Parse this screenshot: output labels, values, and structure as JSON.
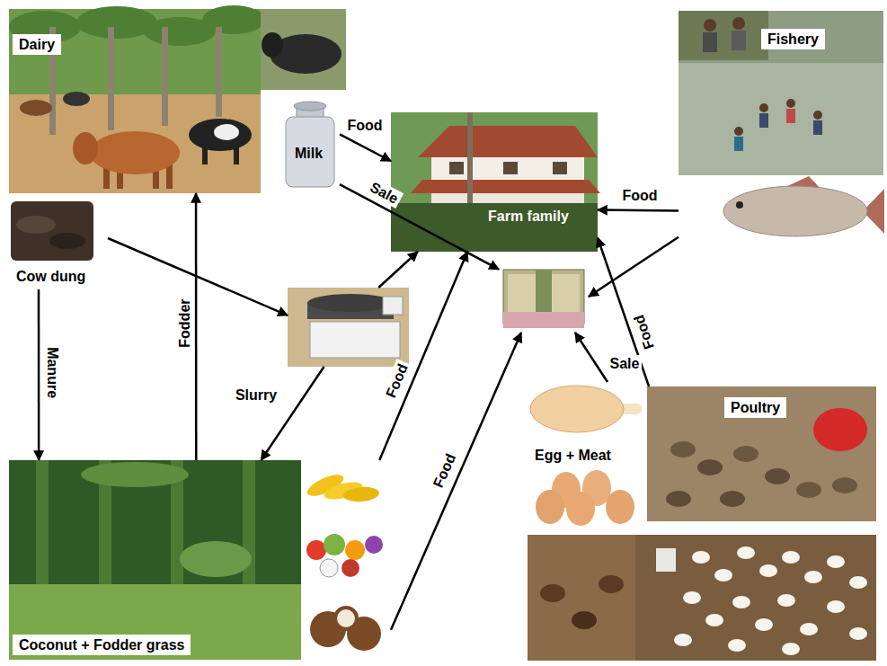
{
  "diagram": {
    "nodes": [
      {
        "text": [
          "Dairy"
        ]
      },
      {
        "text": [
          "Milk"
        ]
      },
      {
        "text": [
          "Farm family"
        ]
      },
      {
        "text": [
          "Fishery"
        ]
      },
      {
        "text": [
          "Cow dung"
        ]
      },
      {
        "text": []
      },
      {
        "text": []
      },
      {
        "text": [
          "Egg + Meat"
        ]
      },
      {
        "text": [
          "Poultry"
        ]
      },
      {
        "text": [
          "Coconut + Fodder grass"
        ]
      }
    ],
    "edges": [
      {
        "from": 1,
        "to": 2,
        "label": "Food",
        "arrow": "to"
      },
      {
        "from": 1,
        "to": 6,
        "label": "Sale",
        "arrow": "to"
      },
      {
        "from": 3,
        "to": 2,
        "label": "Food",
        "arrow": "to"
      },
      {
        "from": 3,
        "to": 6,
        "arrow": "to"
      },
      {
        "from": 4,
        "to": 5,
        "arrow": "to"
      },
      {
        "from": 4,
        "to": 9,
        "label": "Manure",
        "arrow": "to"
      },
      {
        "from": 5,
        "to": 2,
        "arrow": "to"
      },
      {
        "from": 5,
        "to": 9,
        "label": "Slurry",
        "arrow": "to"
      },
      {
        "from": 9,
        "to": 0,
        "label": "Fodder",
        "arrow": "to"
      },
      {
        "from": 9,
        "to": 2,
        "label": "Food",
        "arrow": "to"
      },
      {
        "from": 9,
        "to": 6,
        "label": "Food",
        "arrow": "to"
      },
      {
        "from": 7,
        "to": 6,
        "label": "Sale",
        "arrow": "to"
      },
      {
        "from": 8,
        "to": 2,
        "label": "Food",
        "arrow": "to"
      }
    ]
  }
}
